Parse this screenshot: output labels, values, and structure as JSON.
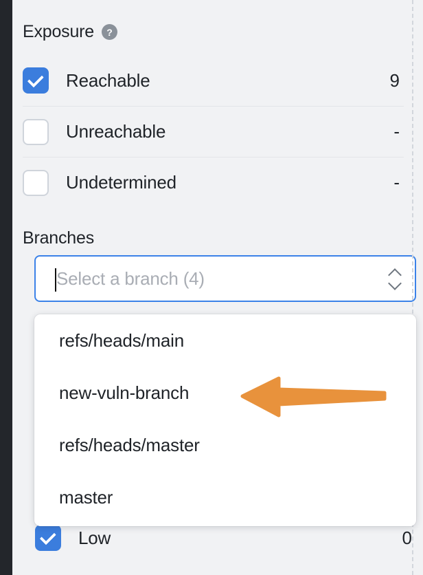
{
  "exposure": {
    "title": "Exposure",
    "help_icon": "help-circle-icon",
    "rows": [
      {
        "label": "Reachable",
        "value": "9",
        "checked": true
      },
      {
        "label": "Unreachable",
        "value": "-",
        "checked": false
      },
      {
        "label": "Undetermined",
        "value": "-",
        "checked": false
      }
    ]
  },
  "branches": {
    "title": "Branches",
    "select": {
      "placeholder": "Select a branch (4)",
      "value": "",
      "chevron_icon": "chevron-up-down-icon"
    },
    "options": [
      {
        "label": "refs/heads/main"
      },
      {
        "label": "new-vuln-branch"
      },
      {
        "label": "refs/heads/master"
      },
      {
        "label": "master"
      }
    ]
  },
  "severity_partial": {
    "label": "Low",
    "value": "0",
    "checked": true
  },
  "annotation": {
    "type": "arrow",
    "direction": "left",
    "color": "#e8923c",
    "points_at": "new-vuln-branch"
  },
  "colors": {
    "background": "#f1f2f4",
    "checkbox_checked": "#3b7ddd",
    "focus_border": "#3b82e8",
    "annotation_orange": "#e8923c",
    "rail": "#23262b"
  }
}
